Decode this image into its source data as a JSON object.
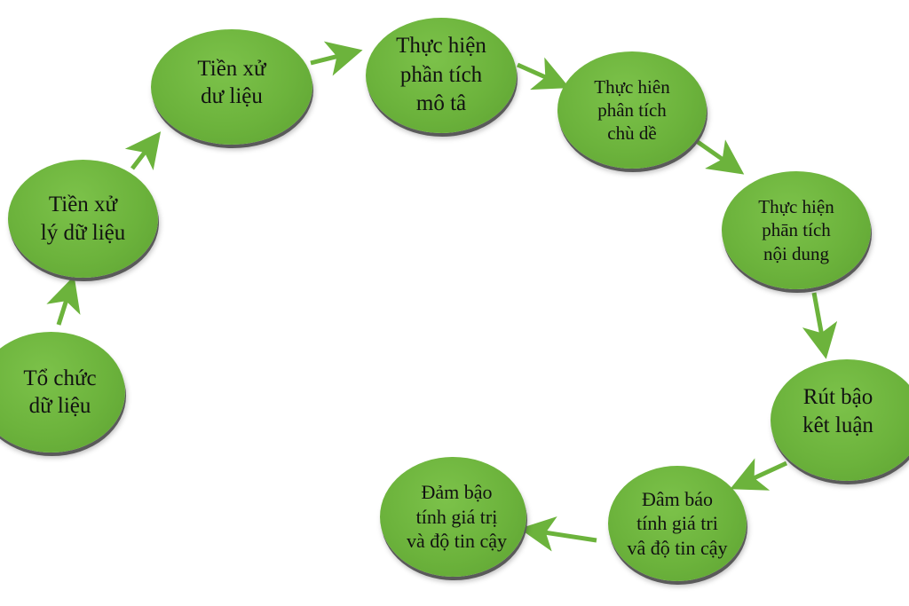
{
  "diagram": {
    "type": "cycle-flow",
    "colors": {
      "node_fill": "#6cb33c",
      "node_shadow": "#5a5a5a",
      "arrow": "#6cb33c",
      "text": "#111111",
      "background": "#ffffff"
    },
    "nodes": [
      {
        "id": "n1",
        "lines": [
          "Tổ chức",
          "dữ liệu"
        ]
      },
      {
        "id": "n2",
        "lines": [
          "Tiền xử",
          "lý dữ liệu"
        ]
      },
      {
        "id": "n3",
        "lines": [
          "Tiền xử",
          "dư liệu"
        ]
      },
      {
        "id": "n4",
        "lines": [
          "Thực hiện",
          "phần tích",
          "mô tâ"
        ]
      },
      {
        "id": "n5",
        "lines": [
          "Thực hiên",
          "phân tích",
          "chù dề"
        ]
      },
      {
        "id": "n6",
        "lines": [
          "Thực hiện",
          "phān tích",
          "nội dung"
        ]
      },
      {
        "id": "n7",
        "lines": [
          "Rút bậo",
          "kêt luận"
        ]
      },
      {
        "id": "n8",
        "lines": [
          "Đâm báo",
          "tính giá tri",
          "vâ độ tin cậy"
        ]
      },
      {
        "id": "n9",
        "lines": [
          "Đảm bậo",
          "tính giá trị",
          "và độ tin cậy"
        ]
      }
    ],
    "edges": [
      {
        "from": "n1",
        "to": "n2"
      },
      {
        "from": "n2",
        "to": "n3"
      },
      {
        "from": "n3",
        "to": "n4"
      },
      {
        "from": "n4",
        "to": "n5"
      },
      {
        "from": "n5",
        "to": "n6"
      },
      {
        "from": "n6",
        "to": "n7"
      },
      {
        "from": "n7",
        "to": "n8"
      },
      {
        "from": "n8",
        "to": "n9"
      }
    ]
  }
}
